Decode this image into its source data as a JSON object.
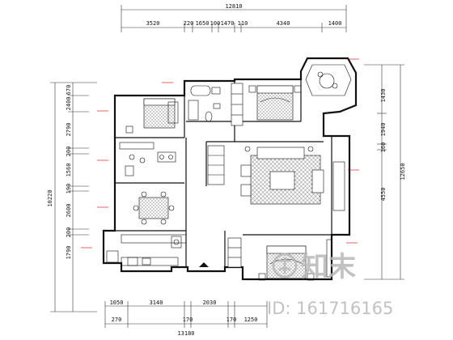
{
  "dimensions": {
    "top_total": "12810",
    "top_segments": [
      "3520",
      "220",
      "1650",
      "100",
      "1470",
      "110",
      "4340",
      "1400"
    ],
    "bottom_total": "13180",
    "bottom_segments_a": [
      "1050",
      "3140",
      "2030"
    ],
    "bottom_segments_b": [
      "270",
      "170",
      "170",
      "1250"
    ],
    "left_total": "10220",
    "left_segments": [
      "670",
      "2400",
      "2790",
      "200",
      "1560",
      "190",
      "2600",
      "200",
      "1790"
    ],
    "right_total": "12650",
    "right_segments": [
      "1430",
      "1940",
      "160",
      "4550"
    ]
  },
  "watermark": {
    "brand": "知末",
    "id_text": "ID: 161716165"
  },
  "colors": {
    "line": "#111111",
    "dim_line": "#333333",
    "annotation": "#cc0000",
    "floor_hatch": "#444444",
    "watermark": "#b8b8b8"
  }
}
